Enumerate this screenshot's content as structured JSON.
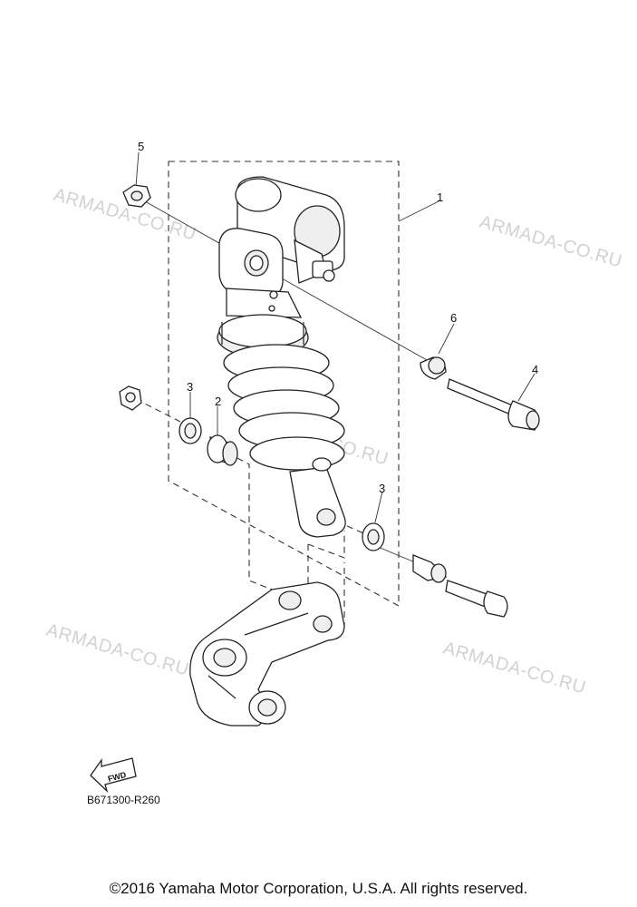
{
  "diagram": {
    "callouts": [
      "1",
      "2",
      "3",
      "3",
      "4",
      "5",
      "6"
    ],
    "watermark": "ARMADA-CO.RU",
    "fwd_label": "FWD",
    "diagram_code": "B671300-R260"
  },
  "footer": {
    "copyright": "©2016 Yamaha Motor Corporation, U.S.A. All rights reserved."
  }
}
